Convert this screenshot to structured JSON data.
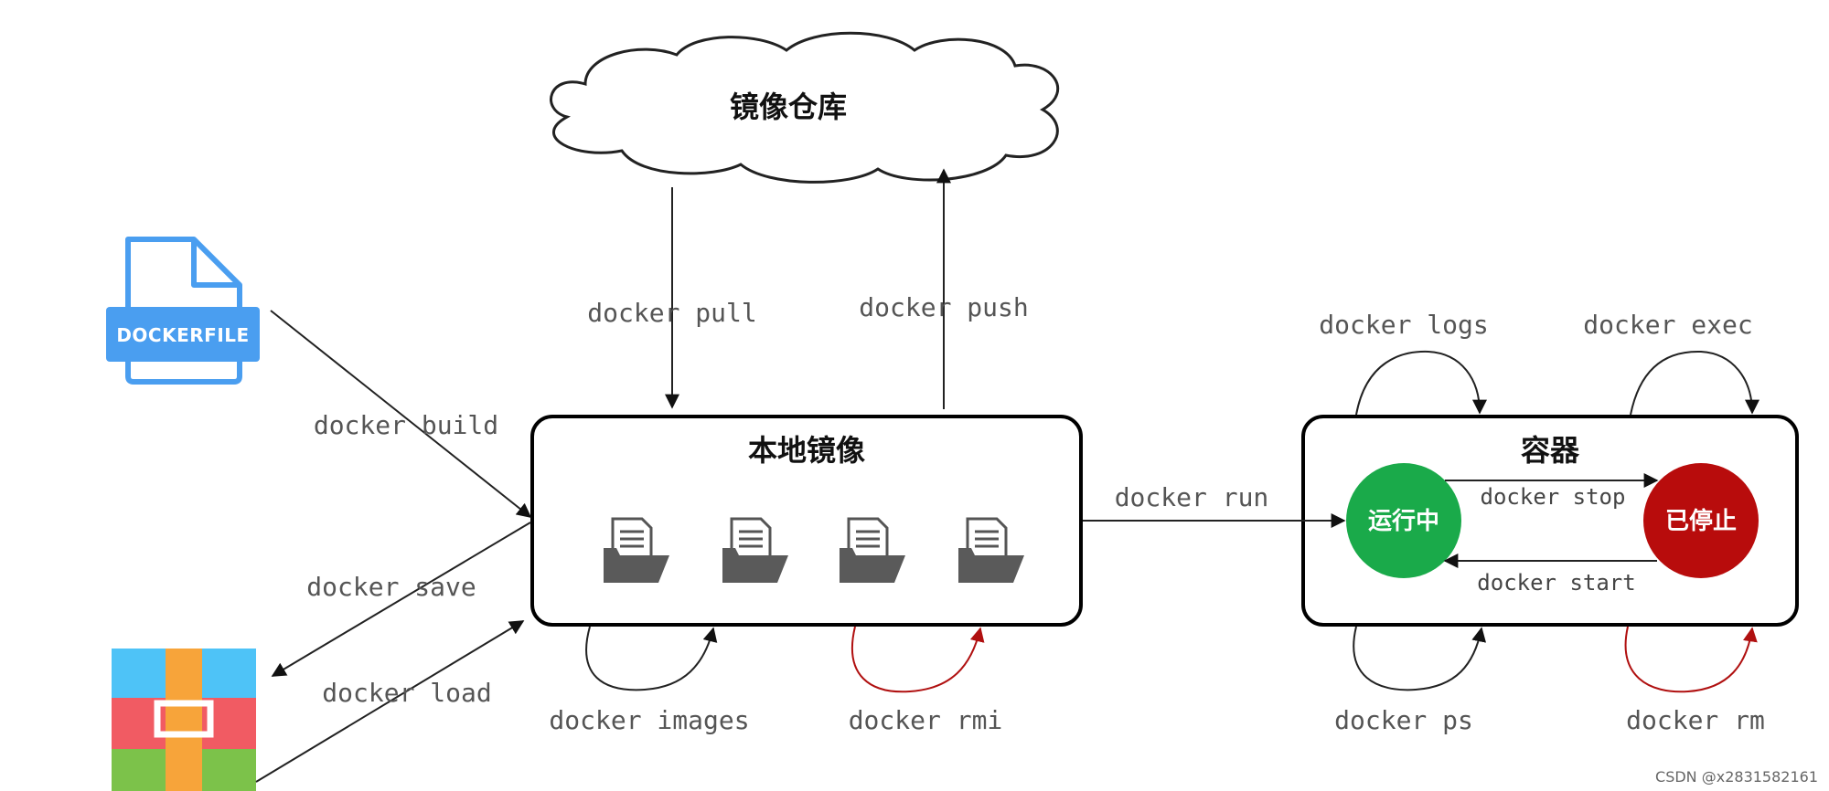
{
  "nodes": {
    "registry": "镜像仓库",
    "dockerfile": "DOCKERFILE",
    "local_images": "本地镜像",
    "container": "容器",
    "running": "运行中",
    "stopped": "已停止"
  },
  "commands": {
    "pull": "docker pull",
    "push": "docker push",
    "build": "docker build",
    "save": "docker save",
    "load": "docker load",
    "run": "docker run",
    "images": "docker images",
    "rmi": "docker rmi",
    "logs": "docker logs",
    "exec": "docker exec",
    "stop": "docker stop",
    "start": "docker start",
    "ps": "docker ps",
    "rm": "docker rm"
  },
  "watermark": "CSDN @x2831582161",
  "colors": {
    "running": "#1aaa4a",
    "stopped": "#b80c0c",
    "dockerfile_icon": "#4a9ef0",
    "red_arrow": "#b01010"
  }
}
